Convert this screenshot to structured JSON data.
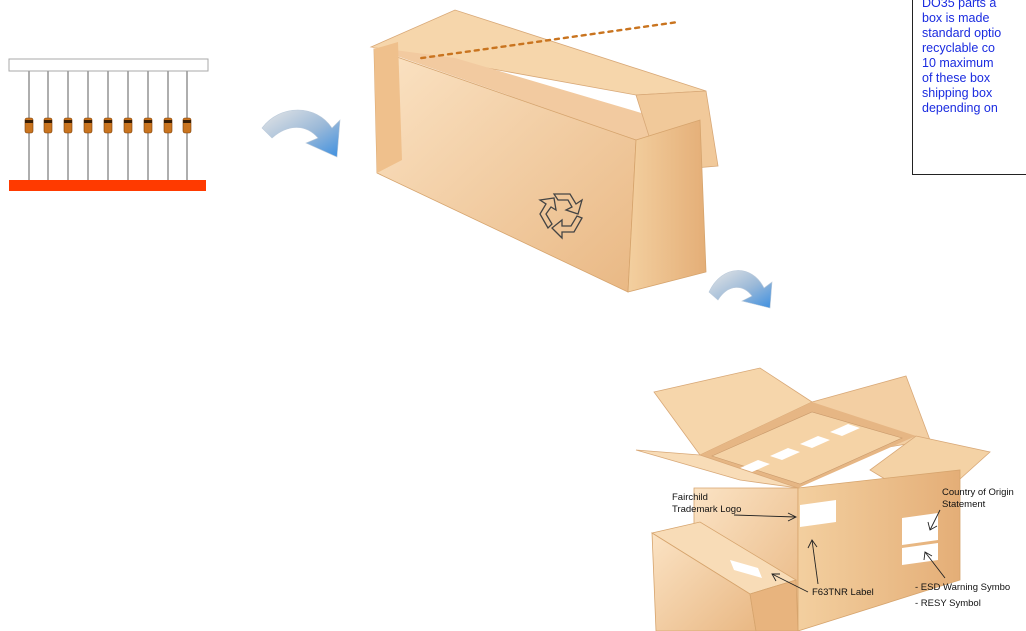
{
  "description_box": {
    "lines": [
      "DO35 parts a",
      "box is made",
      "standard optio",
      "recyclable co",
      "10 maximum",
      "of these box",
      "shipping box",
      "depending on"
    ]
  },
  "labels": {
    "trademark_logo": [
      "Fairchild",
      "Trademark Logo"
    ],
    "country_of_origin": [
      "Country of Origin",
      "Statement"
    ],
    "f63tnr_label": "F63TNR Label",
    "esd_warning": "- ESD Warning Symbo",
    "resy_symbol": "- RESY Symbol"
  },
  "colors": {
    "box_light": "#f8d9b2",
    "box_mid": "#efc596",
    "box_dark": "#e2ad78",
    "tape_red": "#ff3a00",
    "tape_pink": "#e8246e",
    "arrow_blue": "#4a90e2",
    "text_blue": "#1a2be0"
  },
  "icons": [
    "recycle-icon",
    "curved-arrow-icon"
  ]
}
